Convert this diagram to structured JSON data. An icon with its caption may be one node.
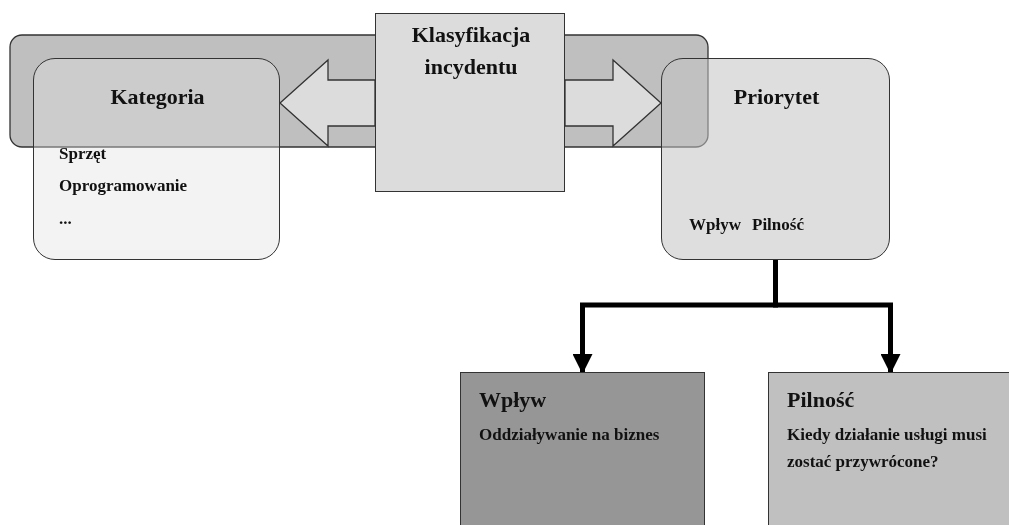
{
  "diagram": {
    "nodes": [
      {
        "text": [
          "Kategoria",
          "Sprzęt",
          "Oprogramowanie",
          "..."
        ]
      },
      {
        "text": [
          "Klasyfikacja incydentu"
        ]
      },
      {
        "text": [
          "Priorytet",
          "Wpływ",
          "Pilność"
        ]
      },
      {
        "text": [
          "Wpływ",
          "Oddziaływanie na biznes"
        ]
      },
      {
        "text": [
          "Pilność",
          "Kiedy działanie usługi musi zostać przywrócone?"
        ]
      }
    ],
    "edges": [
      {
        "from": 1,
        "to": 0,
        "arrow": "to",
        "style": "thick"
      },
      {
        "from": 1,
        "to": 2,
        "arrow": "to",
        "style": "thick"
      },
      {
        "from": 2,
        "to": 3,
        "arrow": "to"
      },
      {
        "from": 2,
        "to": 4,
        "arrow": "to"
      }
    ]
  }
}
